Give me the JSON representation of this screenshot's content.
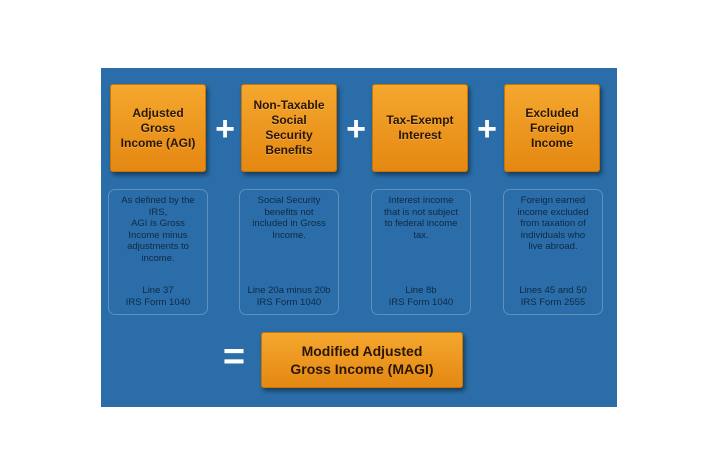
{
  "colors": {
    "panel": "#2a6da8",
    "box": "#ef9a22",
    "operator": "#ffffff",
    "note_text": "#0e2a45"
  },
  "terms": [
    {
      "label": "Adjusted\nGross\nIncome (AGI)"
    },
    {
      "label": "Non-Taxable\nSocial\nSecurity\nBenefits"
    },
    {
      "label": "Tax-Exempt\nInterest"
    },
    {
      "label": "Excluded\nForeign\nIncome"
    }
  ],
  "notes": [
    {
      "description": "As defined by the\nIRS,\nAGI is Gross\nIncome minus\nadjustments to\nincome.",
      "reference": "Line 37\nIRS Form 1040"
    },
    {
      "description": "Social Security\nbenefits not\nincluded in Gross\nIncome.",
      "reference": "Line 20a minus 20b\nIRS Form 1040"
    },
    {
      "description": "Interest income\nthat is not subject\nto federal income\ntax.",
      "reference": "Line 8b\nIRS Form 1040"
    },
    {
      "description": "Foreign earned\nincome excluded\nfrom taxation of\nindividuals who\nlive abroad.",
      "reference": "Lines 45 and 50\nIRS Form 2555"
    }
  ],
  "operators": {
    "plus": "+",
    "equals": "="
  },
  "result": {
    "label": "Modified Adjusted\nGross Income (MAGI)"
  }
}
